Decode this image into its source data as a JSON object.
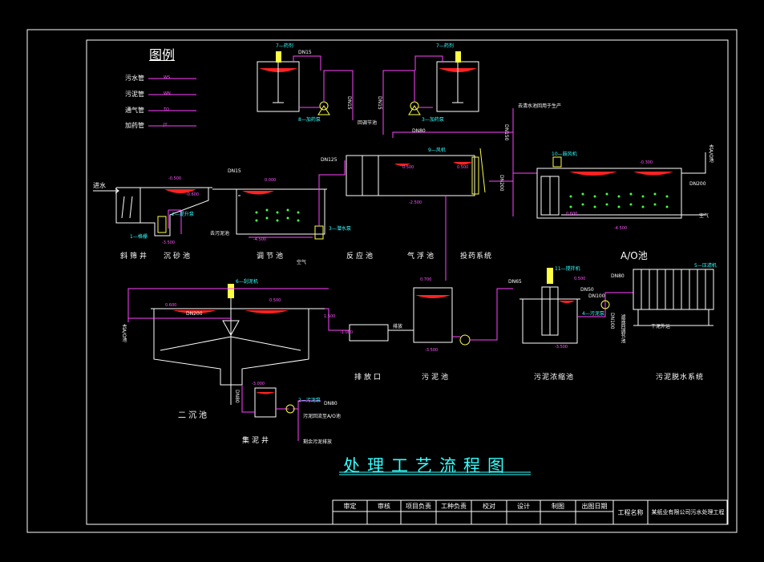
{
  "legend": {
    "title": "图例",
    "items": [
      {
        "label": "污水管",
        "code": "WS"
      },
      {
        "label": "污泥管",
        "code": "WN"
      },
      {
        "label": "通气管",
        "code": "TQ"
      },
      {
        "label": "加药管",
        "code": "JY"
      }
    ]
  },
  "units": {
    "grating_well": "斜筛井",
    "grit_chamber": "沉砂池",
    "equalization_tank": "调节池",
    "reaction_tank": "反应池",
    "air_flotation": "气浮池",
    "dosing_system": "投药系统",
    "ao_tank": "A/O池",
    "secondary_clarifier": "二沉池",
    "sludge_well": "集泥井",
    "discharge_outlet": "排放口",
    "sludge_tank": "污泥池",
    "sludge_thickener": "污泥浓缩池",
    "sludge_dewatering": "污泥脱水系统"
  },
  "annotations": {
    "inlet": "进水",
    "air": "空气",
    "air2": "空气",
    "dn15_a": "DN15",
    "dn15_b": "DN15",
    "dn15_c": "DN15",
    "dn15_d": "DN15",
    "dn125": "DN125",
    "dn80_top": "DN80",
    "dn150": "DN150",
    "dn200_a": "DN200",
    "dn200_b": "DN200",
    "dn200_c": "DN200",
    "dn65": "DN65",
    "dn50": "DN50",
    "dn100_a": "DN100",
    "dn100_b": "DN100",
    "dn80_b": "DN80",
    "dn80_c": "DN80",
    "dn80_d": "DN80",
    "cleanwater_reuse": "去清水池回用于生产",
    "to_ao": "去A/O池",
    "to_sludge_tank": "去污泥池",
    "from_sludge_reflux": "污泥回流至A/O池",
    "remaining_sludge": "剩余污泥排放",
    "dewatered_cake": "干泥外运",
    "return_equal": "回调节池",
    "to_ao_side": "去A/O池",
    "discharge_text": "排放",
    "filtrate": "滤液回调节池"
  },
  "equipment_tags": [
    "7—药剂",
    "8—加药泵",
    "7—药剂",
    "3—加药泵",
    "9—风机",
    "1—格栅",
    "2—提升泵",
    "3—潜水泵",
    "10—鼓风机",
    "6—刮泥机",
    "2—污泥泵",
    "11—搅拌机",
    "4—污泥泵",
    "5—压滤机"
  ],
  "elevations": [
    "-0.500",
    "-0.600",
    "-3.500",
    "-4.500",
    "0.000",
    "0.500",
    "-2.500",
    "0.500",
    "-0.300",
    "0.600",
    "-4.500",
    "0.500",
    "0.600",
    "-3.000",
    "0.700",
    "-3.500",
    "0.500",
    "-3.500",
    "1.500",
    "-1.000"
  ],
  "title": "处理工艺流程图",
  "title_block": {
    "cells": [
      "审定",
      "审核",
      "项目负责",
      "工种负责",
      "校对",
      "设计",
      "制图",
      "出图日期"
    ],
    "project_label": "工程名称",
    "project_name": "某纸业有限公司污水处理工程"
  },
  "colors": {
    "background": "#000000",
    "frame": "#ffffff",
    "pipe": "#ff44ff",
    "text_cyan": "#33ffff",
    "water": "#ff2222",
    "equipment": "#ffff44",
    "equip_alt": "#44ff44"
  }
}
